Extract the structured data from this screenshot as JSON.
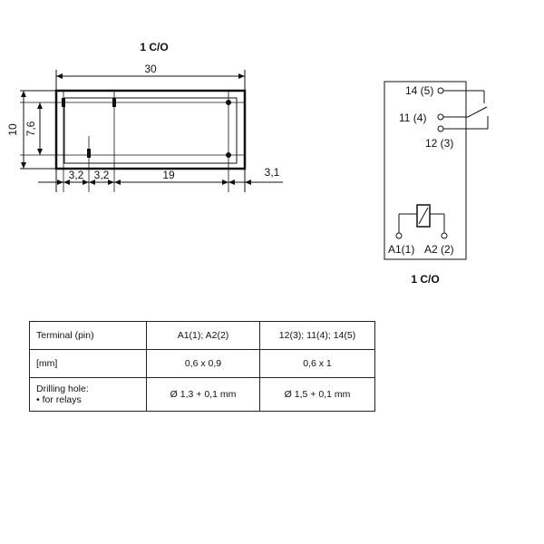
{
  "dimension_drawing": {
    "title": "1 C/O",
    "width_label": "30",
    "height_label": "10",
    "inner_height_label": "7,6",
    "pitch_a_label": "3,2",
    "pitch_b_label": "3,2",
    "pitch_c_label": "19",
    "offset_label": "3,1"
  },
  "schematic": {
    "pin_14": "14 (5)",
    "pin_11": "11 (4)",
    "pin_12": "12 (3)",
    "pin_a1": "A1(1)",
    "pin_a2": "A2 (2)",
    "caption": "1 C/O"
  },
  "table": {
    "rows": [
      {
        "c1": "Terminal (pin)",
        "c2": "A1(1); A2(2)",
        "c3": "12(3); 11(4); 14(5)"
      },
      {
        "c1": "[mm]",
        "c2": "0,6 x 0,9",
        "c3": "0,6 x 1"
      },
      {
        "c1a": "Drilling hole:",
        "c1b": "• for relays",
        "c2": "Ø 1,3 + 0,1 mm",
        "c3": "Ø 1,5 + 0,1 mm"
      }
    ]
  }
}
